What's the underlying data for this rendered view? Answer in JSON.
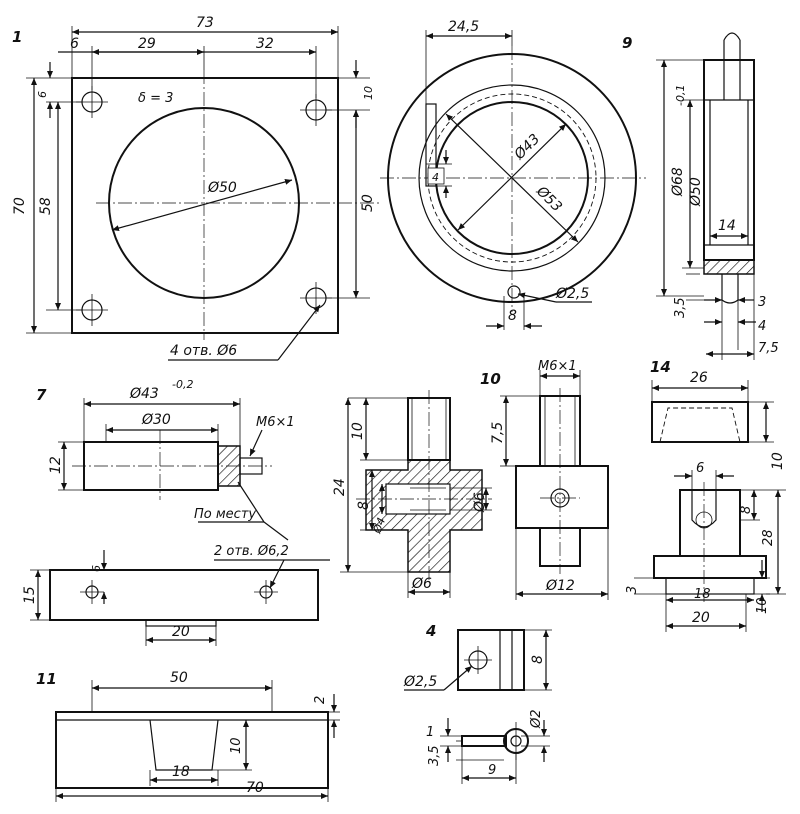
{
  "part_numbers": {
    "p1": "1",
    "p9": "9",
    "p7": "7",
    "p10": "10",
    "p14": "14",
    "p11": "11",
    "p4": "4"
  },
  "part1": {
    "d73": "73",
    "d6": "6",
    "d29": "29",
    "d32": "32",
    "d6v": "6",
    "d10": "10",
    "d70": "70",
    "d58": "58",
    "d50": "50",
    "diam": "Ø50",
    "thickness": "δ = 3",
    "holes": "4 отв. Ø6"
  },
  "part9": {
    "d245": "24,5",
    "d4": "4",
    "d43": "Ø43",
    "d53": "Ø53",
    "d25": "Ø2,5",
    "d8": "8",
    "d68": "Ø68",
    "d50": "Ø50",
    "tol": "-0,1",
    "d14": "14",
    "d35": "3,5",
    "d3": "3",
    "d4b": "4",
    "d75": "7,5"
  },
  "part7": {
    "d43": "Ø43",
    "tol": "-0,2",
    "d30": "Ø30",
    "d12": "12",
    "thread": "M6×1",
    "note": "По месту",
    "d6": "6",
    "holes": "2 отв. Ø6,2",
    "d15": "15",
    "d20": "20"
  },
  "mid": {
    "d10": "10",
    "d24": "24",
    "d8": "8",
    "d4": "Ø4",
    "d6r": "Ø6",
    "d6b": "Ø6"
  },
  "part10": {
    "thread": "M6×1",
    "d75": "7,5",
    "d12": "Ø12"
  },
  "part14": {
    "d26": "26",
    "d10": "10",
    "d6": "6",
    "d8": "8",
    "d28": "28",
    "d3": "3",
    "d18": "18",
    "d20": "20",
    "d10b": "10"
  },
  "part4": {
    "d25": "Ø2,5",
    "d8": "8",
    "d1": "1",
    "d2": "Ø2",
    "d35": "3,5",
    "d9": "9"
  },
  "part11": {
    "d50": "50",
    "d2": "2",
    "d10": "10",
    "d18": "18",
    "d70": "70"
  }
}
